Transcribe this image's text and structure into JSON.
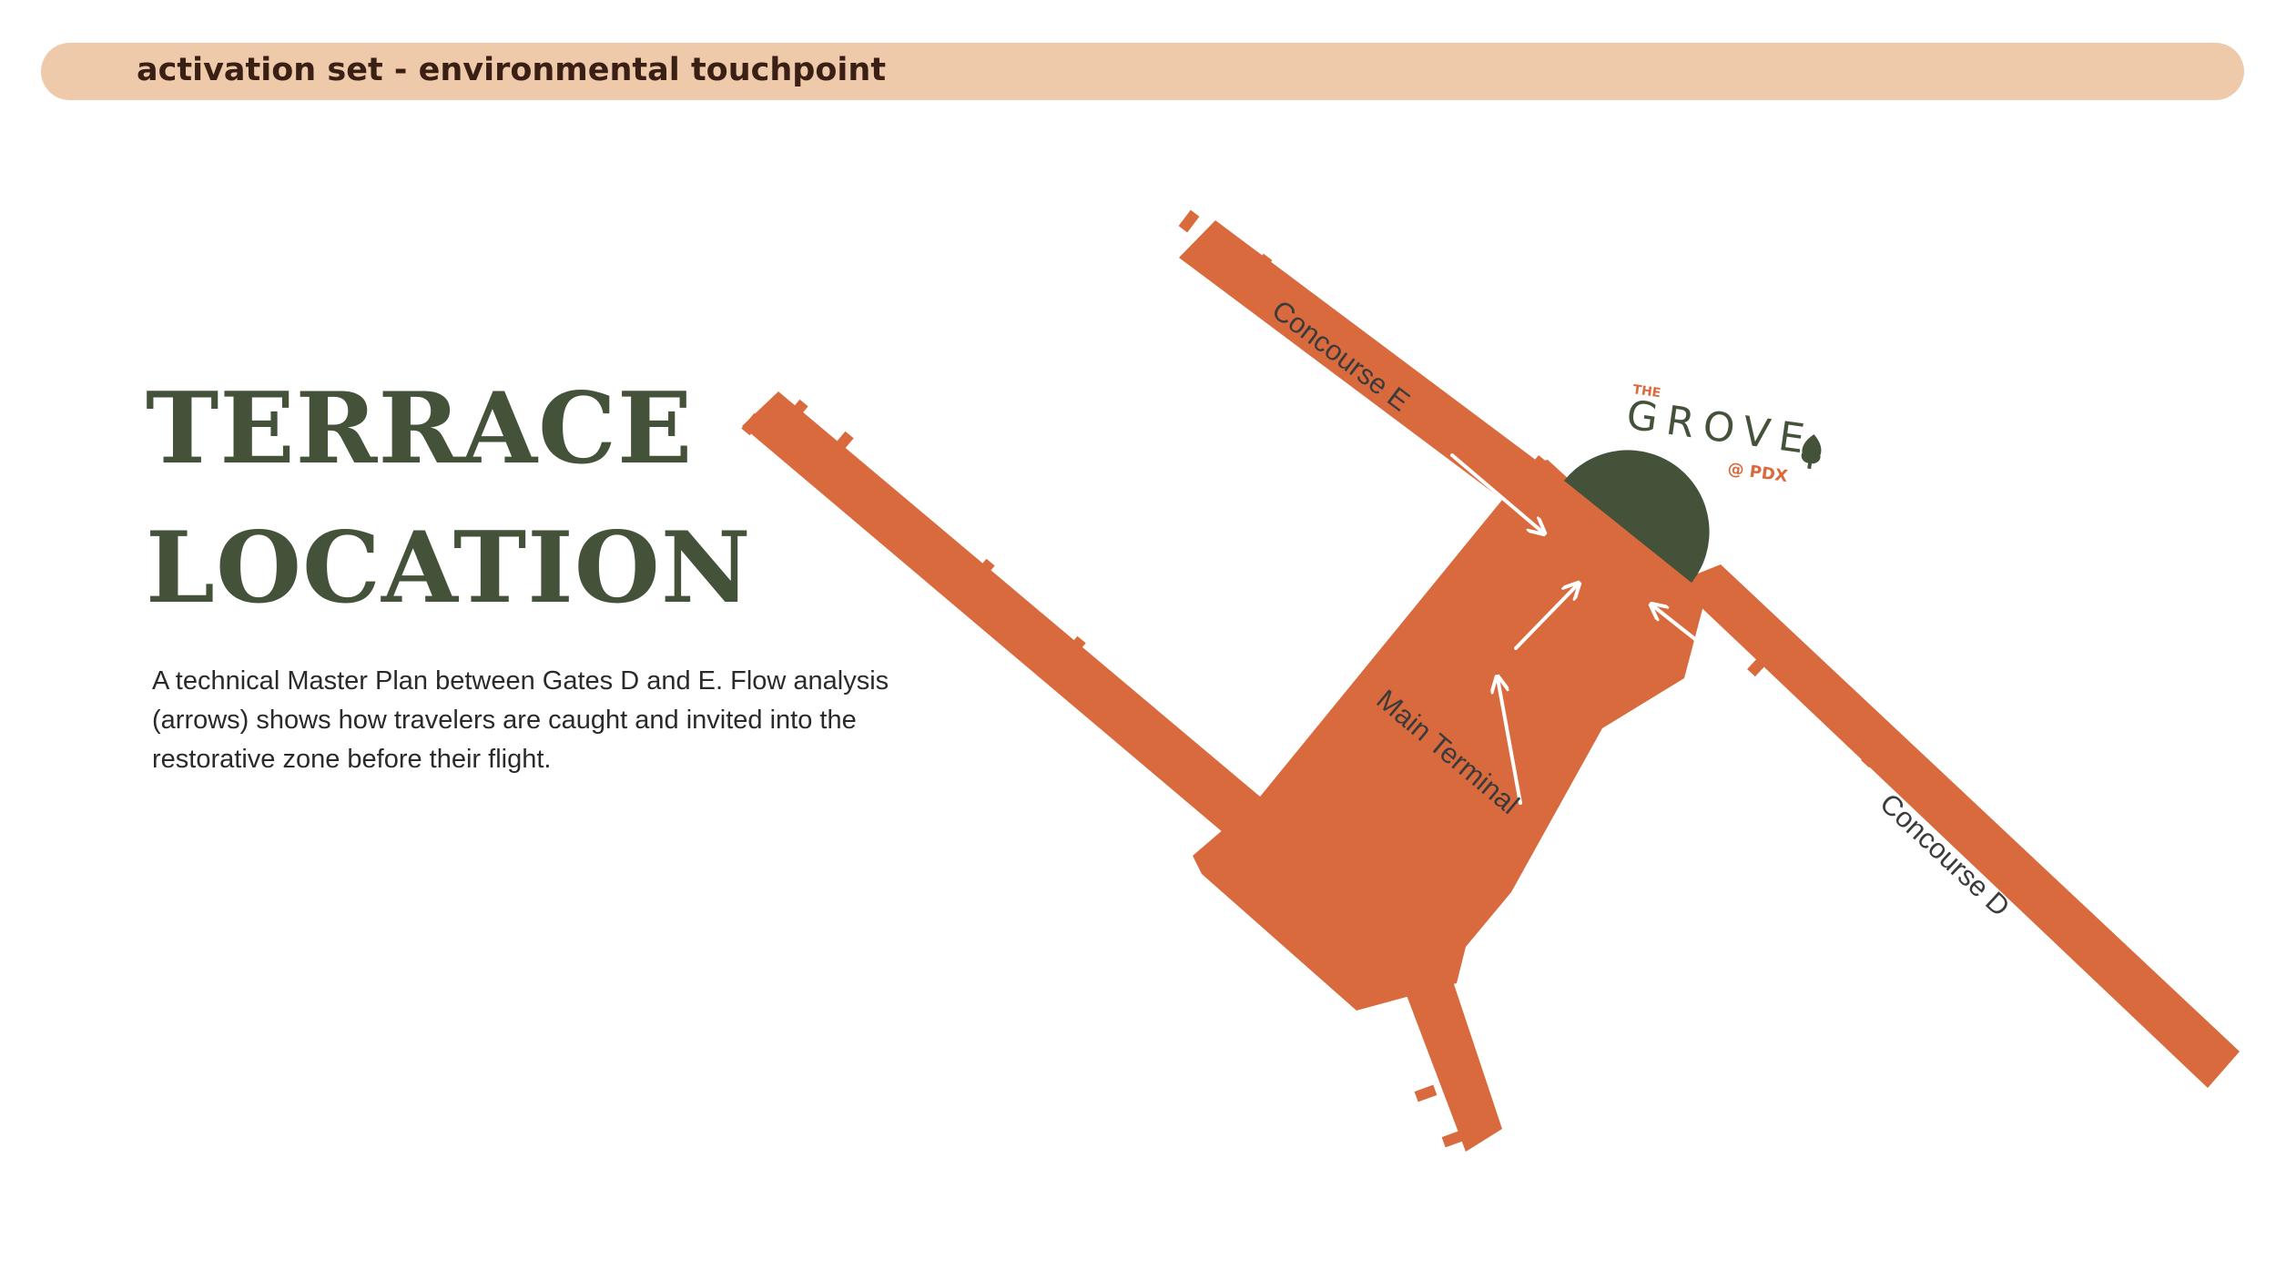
{
  "header": {
    "label": "activation set - environmental touchpoint"
  },
  "title": {
    "line1": "TERRACE",
    "line2": "LOCATION"
  },
  "description": "A technical Master Plan between Gates D and E. Flow analysis (arrows) shows how travelers are caught and invited into the restorative zone before their flight.",
  "map": {
    "labels": {
      "concourse_e": "Concourse E",
      "concourse_d": "Concourse D",
      "main_terminal": "Main Terminal"
    },
    "logo": {
      "the": "THE",
      "name": "GROVE",
      "location": "@ PDX",
      "icon": "tree-icon"
    }
  },
  "colors": {
    "header_bar": "#eecaab",
    "title": "#44523a",
    "terminal": "#d96a3e",
    "grove_zone": "#44523a",
    "logo_accent": "#d96a3e",
    "arrows": "#ffffff"
  }
}
